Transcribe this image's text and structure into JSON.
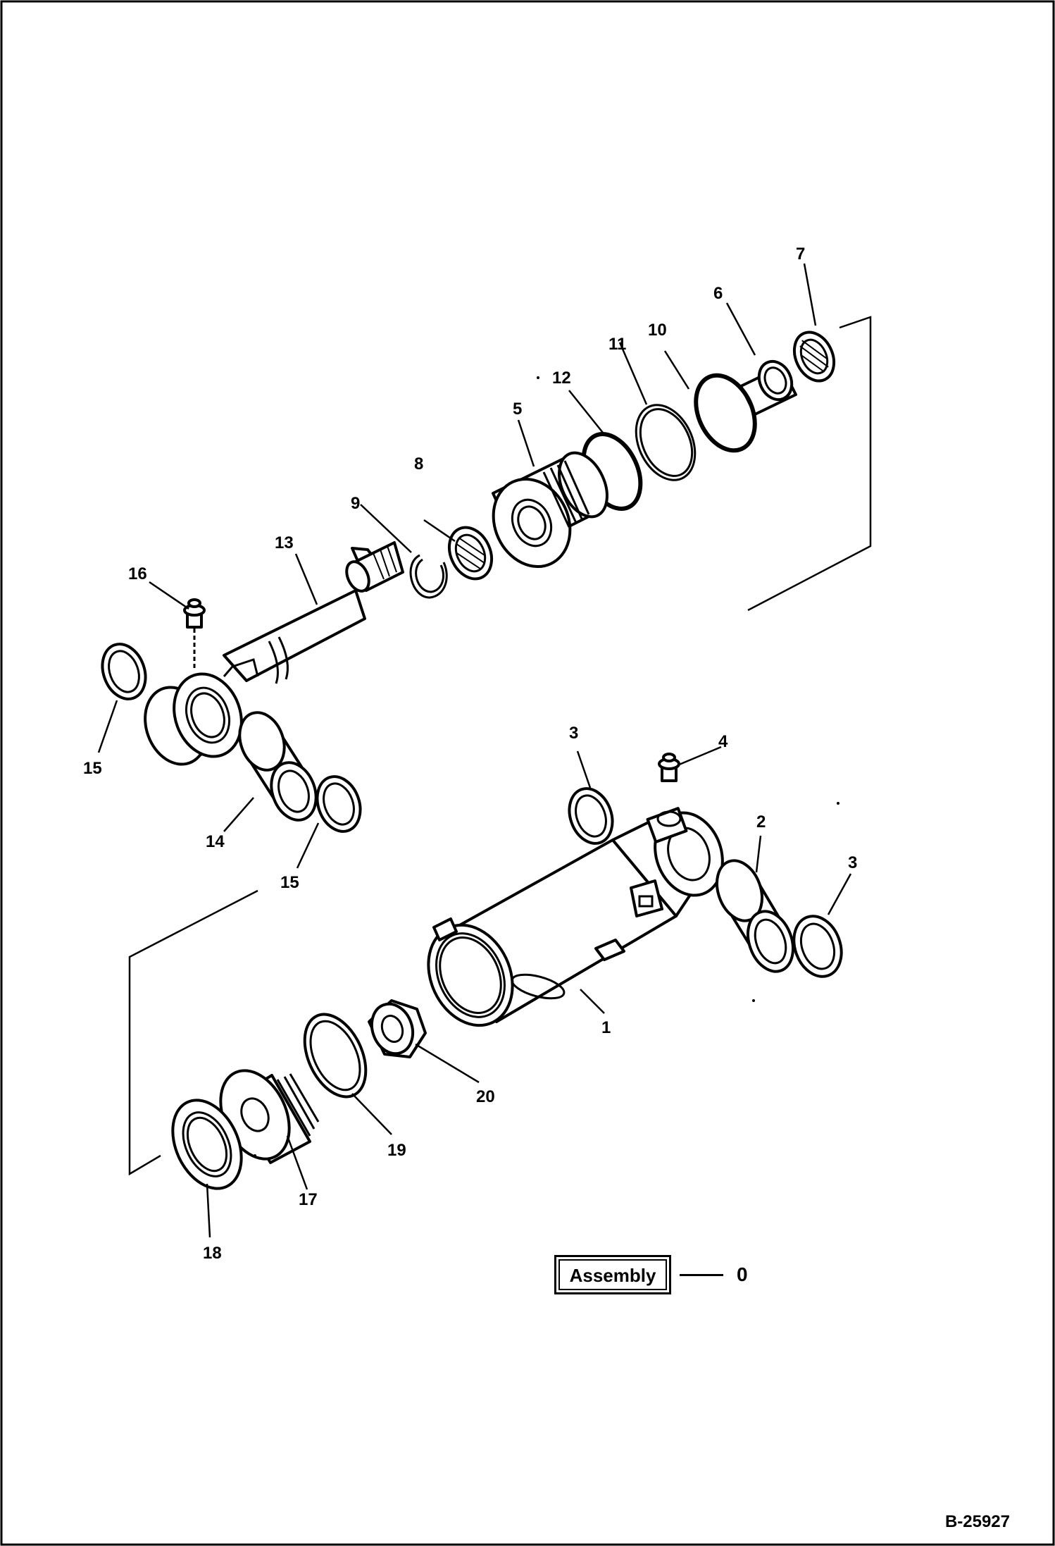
{
  "drawing": {
    "callouts": {
      "c1": "1",
      "c2": "2",
      "c3a": "3",
      "c3b": "3",
      "c4": "4",
      "c5": "5",
      "c6": "6",
      "c7": "7",
      "c8": "8",
      "c9": "9",
      "c10": "10",
      "c11": "11",
      "c12": "12",
      "c13": "13",
      "c14": "14",
      "c15a": "15",
      "c15b": "15",
      "c16": "16",
      "c17": "17",
      "c18": "18",
      "c19": "19",
      "c20": "20"
    },
    "assembly": {
      "label": "Assembly",
      "number": "0"
    },
    "drawing_id": "B-25927"
  }
}
